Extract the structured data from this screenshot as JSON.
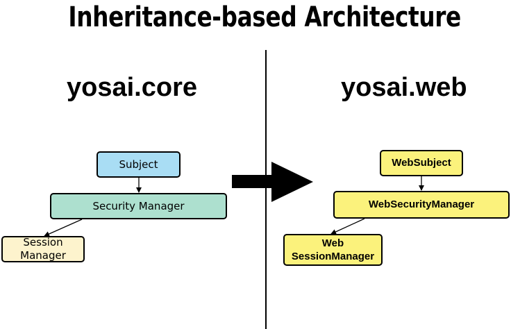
{
  "title": "Inheritance-based Architecture",
  "core": {
    "title": "yosai.core",
    "subject": "Subject",
    "security_manager": "Security Manager",
    "session_manager_line1": "Session",
    "session_manager_line2": "Manager"
  },
  "web": {
    "title": "yosai.web",
    "subject": "WebSubject",
    "security_manager": "WebSecurityManager",
    "session_manager_line1": "Web",
    "session_manager_line2": "SessionManager"
  },
  "colors": {
    "subject_fill": "#a9ddf4",
    "security_manager_fill": "#ade0cf",
    "session_manager_fill": "#fdf3cd",
    "web_fill": "#fbf27c"
  }
}
